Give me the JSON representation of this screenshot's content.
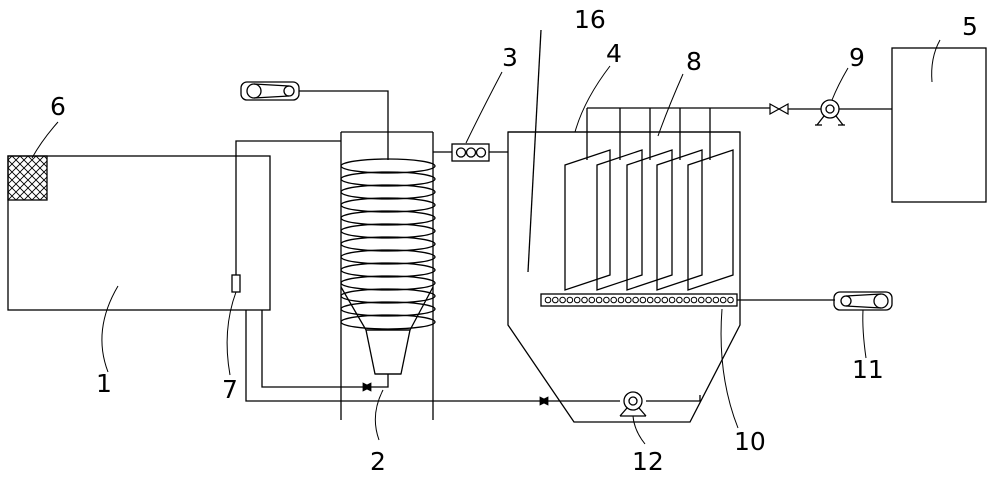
{
  "labels": {
    "l1": "1",
    "l2": "2",
    "l3": "3",
    "l4": "4",
    "l5": "5",
    "l6": "6",
    "l7": "7",
    "l8": "8",
    "l9": "9",
    "l10": "10",
    "l11": "11",
    "l12": "12",
    "l16": "16"
  },
  "colors": {
    "line": "#000000",
    "background": "#ffffff"
  }
}
